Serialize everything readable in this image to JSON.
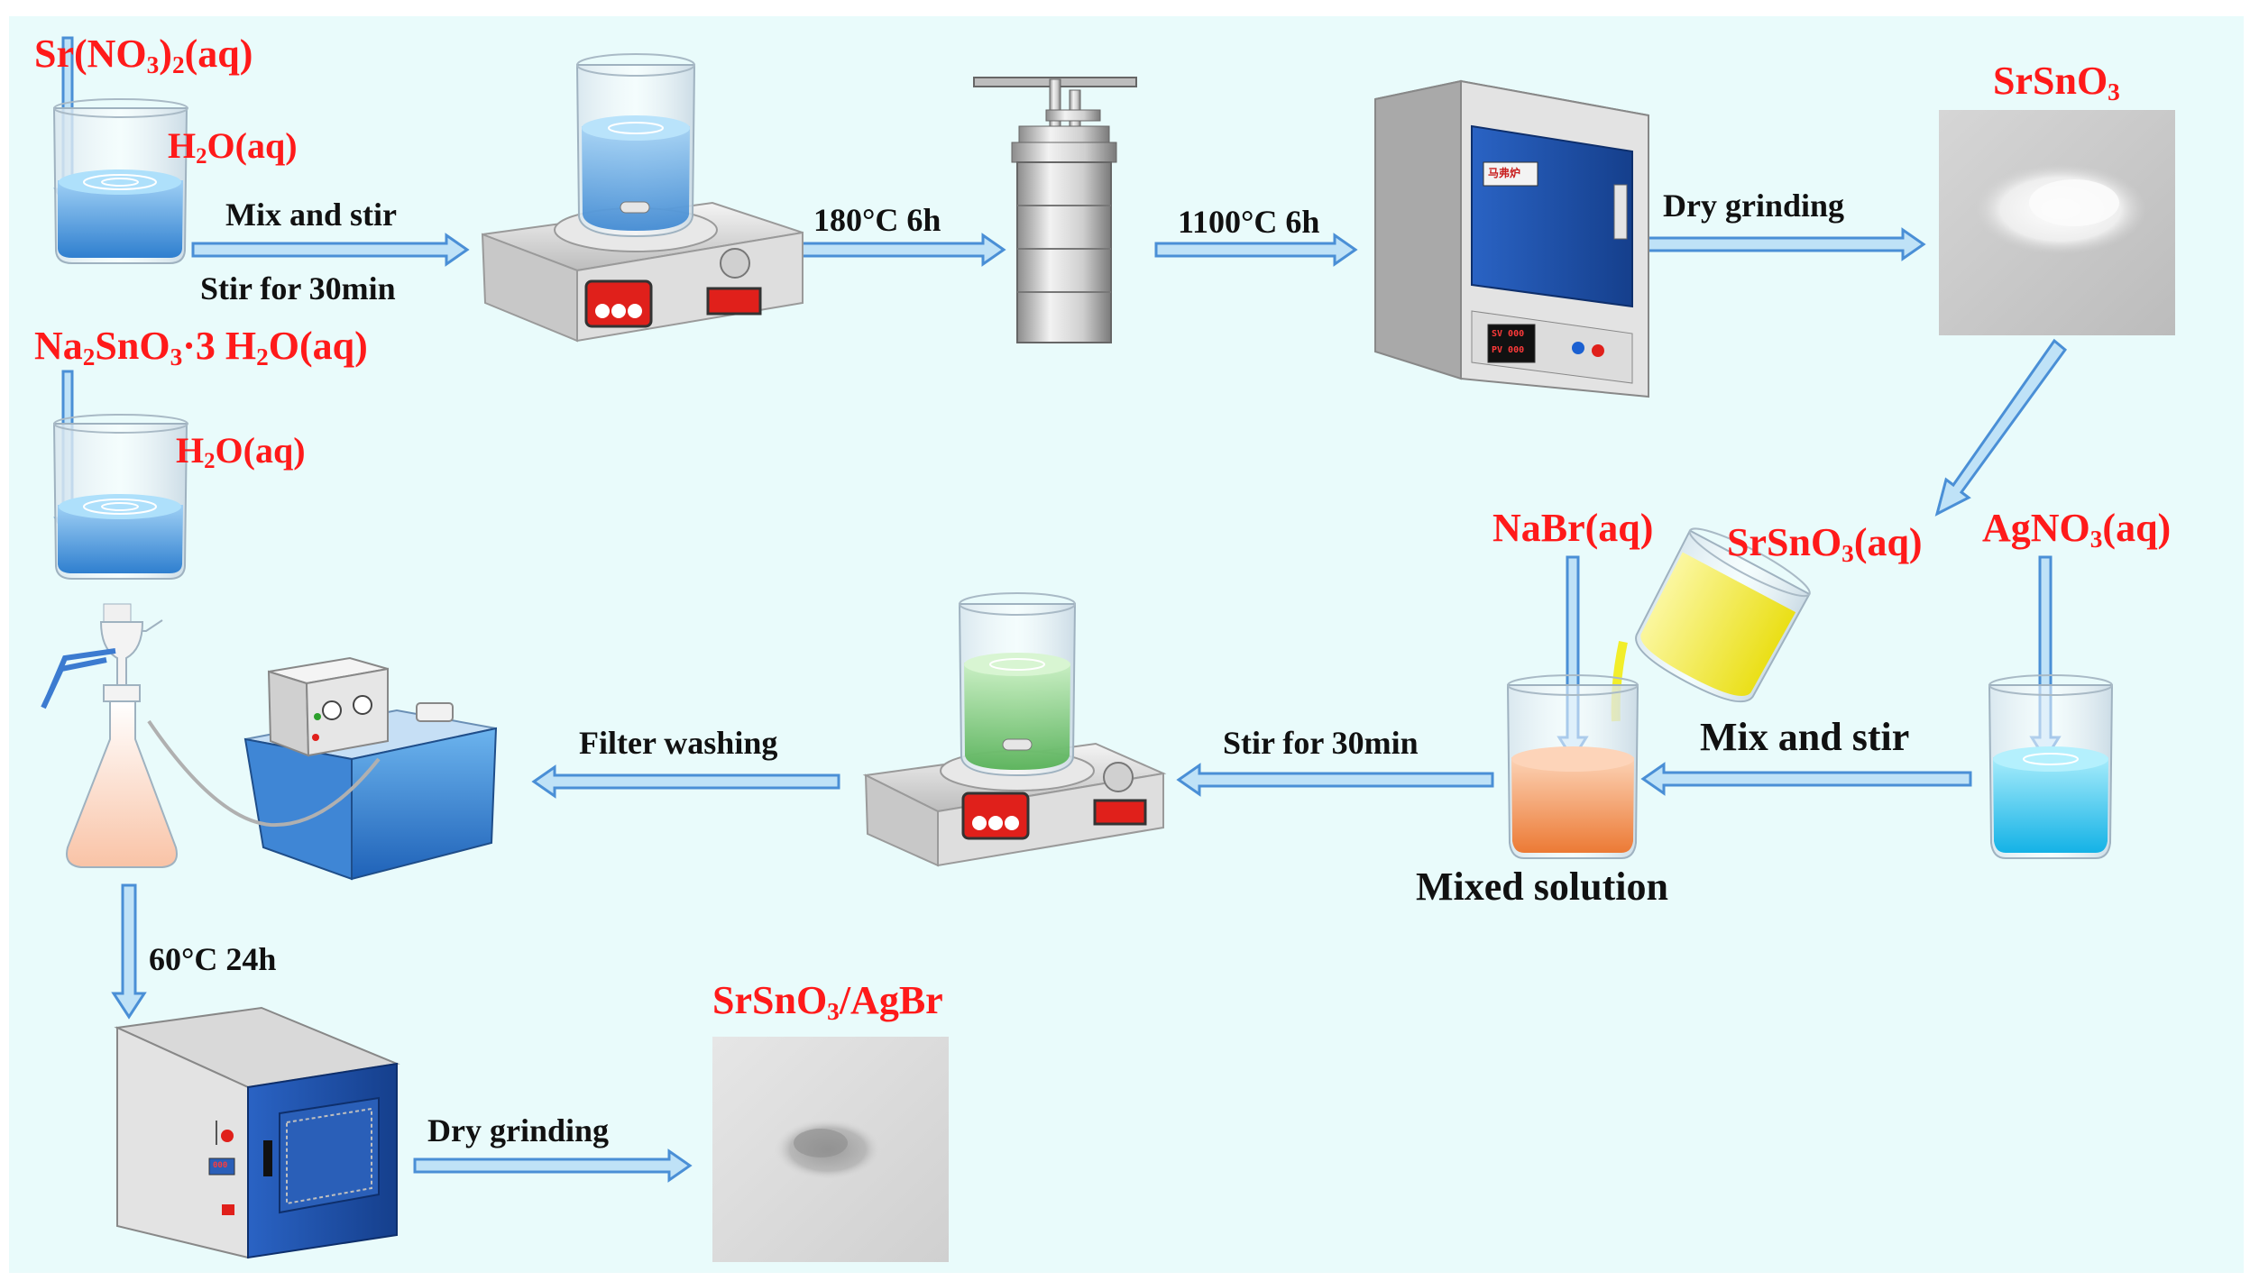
{
  "colors": {
    "background": "#e9fbfb",
    "reagent_text": "#ff1a1a",
    "step_text": "#111111",
    "arrow_fill": "#bfe2f7",
    "arrow_stroke": "#4a8fd6",
    "solution_blue": "#3e90d8",
    "solution_green": "#6bc86b",
    "solution_orange": "#f08a4a",
    "solution_yellow": "#f2ee2a",
    "solution_cyan": "#2ec4ee",
    "oven_blue": "#1b4fa8"
  },
  "reagents": {
    "sr_nitrate": {
      "main": "Sr(NO",
      "sub1": "3",
      "mid": ")",
      "sub2": "2",
      "tail": "(aq)"
    },
    "water_1": {
      "main": "H",
      "sub": "2",
      "tail": "O(aq)"
    },
    "sodium_stannate": {
      "main": "Na",
      "sub1": "2",
      "mid1": "SnO",
      "sub2": "3",
      "tail": "·3 H",
      "sub3": "2",
      "end": "O(aq)"
    },
    "water_2": {
      "main": "H",
      "sub": "2",
      "tail": "O(aq)"
    },
    "strontium_stannate": {
      "main": "SrSnO",
      "sub": "3"
    },
    "sodium_bromide": "NaBr(aq)",
    "srsno3_aq": {
      "main": "SrSnO",
      "sub": "3",
      "tail": "(aq)"
    },
    "silver_nitrate": {
      "main": "AgNO",
      "sub": "3",
      "tail": "(aq)"
    },
    "product": {
      "main": "SrSnO",
      "sub": "3",
      "tail": "/AgBr"
    }
  },
  "steps": {
    "mix_and_stir_1": "Mix and stir",
    "stir_30min_1": "Stir for 30min",
    "hydrothermal": "180°C 6h",
    "calcination": "1100°C 6h",
    "dry_grinding_1": "Dry grinding",
    "mix_and_stir_2": "Mix and stir",
    "mixed_solution": "Mixed solution",
    "stir_30min_2": "Stir for 30min",
    "filter_washing": "Filter washing",
    "drying": "60°C  24h",
    "dry_grinding_2": "Dry grinding"
  },
  "device_text": {
    "furnace_label": "马弗炉",
    "furnace_sv": "SV 000",
    "furnace_pv": "PV 000",
    "oven_display": "000"
  }
}
